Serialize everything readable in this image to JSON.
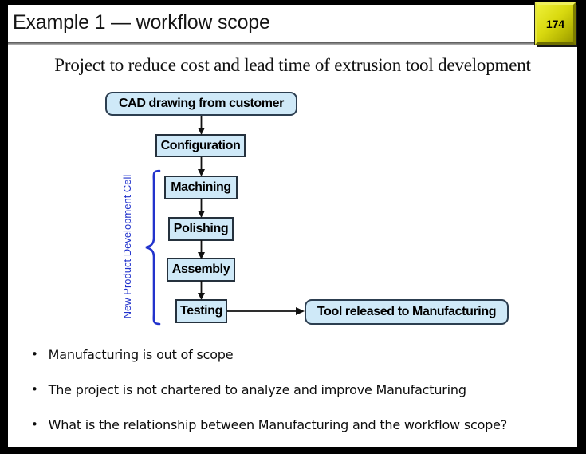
{
  "header": {
    "title": "Example 1 — workflow scope",
    "page_number": "174"
  },
  "subtitle": "Project to reduce cost and lead time of extrusion tool development",
  "flowchart": {
    "nodes": {
      "cad": "CAD drawing from customer",
      "configuration": "Configuration",
      "machining": "Machining",
      "polishing": "Polishing",
      "assembly": "Assembly",
      "testing": "Testing",
      "released": "Tool released to Manufacturing"
    },
    "brace_label": "New Product Development Cell"
  },
  "bullets": [
    "Manufacturing is out of scope",
    "The project is not chartered to analyze and improve Manufacturing",
    "What is the relationship between Manufacturing and the workflow scope?"
  ],
  "colors": {
    "node_fill": "#cfe9f8",
    "node_border": "#25313d",
    "accent_blue": "#2233cc",
    "arrow_color": "#111111",
    "badge_yellow": "#d9d90a"
  }
}
